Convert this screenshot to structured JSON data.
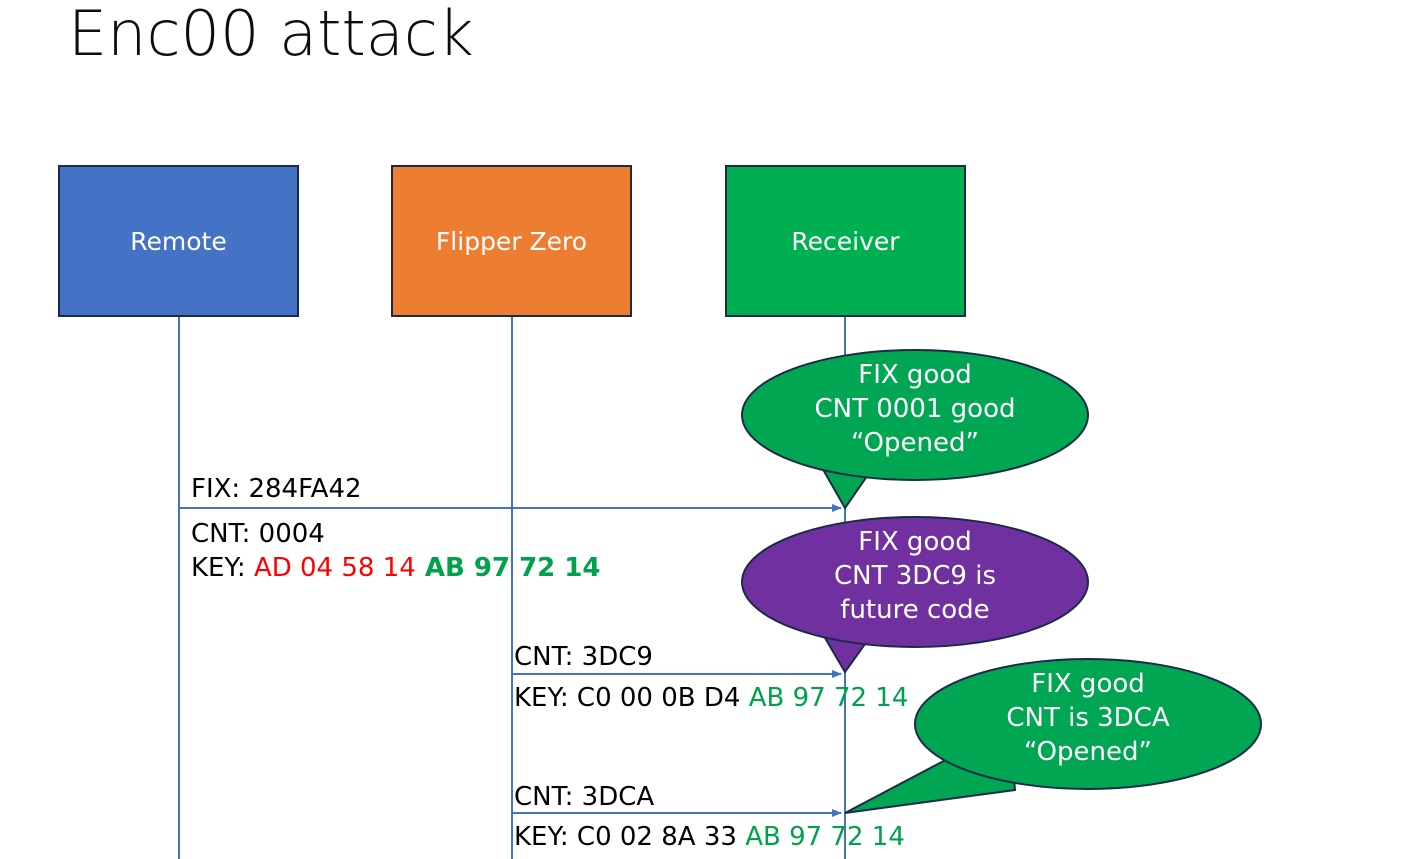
{
  "slide": {
    "title": "Enc00 attack",
    "background": "#FFFFFF"
  },
  "colors": {
    "remote": "#4472C4",
    "flipper": "#ED7D31",
    "receiver": "#00B050",
    "bubble_good": "#00A652",
    "bubble_future": "#7030A0",
    "line": "#4472C4",
    "outline": "#1B2A49",
    "red_text": "#FF0000",
    "green_text": "#00A14B"
  },
  "nodes": [
    {
      "id": "remote",
      "label": "Remote",
      "color": "#4472C4"
    },
    {
      "id": "flipper",
      "label": "Flipper Zero",
      "color": "#ED7D31"
    },
    {
      "id": "receiver",
      "label": "Receiver",
      "color": "#00B050"
    }
  ],
  "messages": [
    {
      "id": "msg-1",
      "from": "remote",
      "to": "receiver",
      "lines": [
        {
          "id": "fix",
          "text": "FIX: 284FA42"
        }
      ]
    },
    {
      "id": "msg-1-detail",
      "lines": [
        {
          "id": "cnt",
          "text": "CNT: 0004"
        },
        {
          "id": "key",
          "prefix": "KEY: ",
          "red": "AD 04 58 14",
          "green_bold": " AB 97 72 14"
        }
      ]
    },
    {
      "id": "msg-2",
      "from": "flipper",
      "to": "receiver",
      "lines": [
        {
          "id": "cnt",
          "text": "CNT: 3DC9"
        },
        {
          "id": "key",
          "prefix": "KEY: C0 00 0B D4 ",
          "green": "AB 97 72 14"
        }
      ]
    },
    {
      "id": "msg-3",
      "from": "flipper",
      "to": "receiver",
      "lines": [
        {
          "id": "cnt",
          "text": "CNT: 3DCA"
        },
        {
          "id": "key",
          "prefix": "KEY: C0 02 8A 33 ",
          "green": "AB 97 72 14"
        }
      ]
    }
  ],
  "bubbles": [
    {
      "id": "bubble-1",
      "color": "#00A652",
      "lines": [
        "FIX good",
        "CNT 0001 good",
        "“Opened”"
      ]
    },
    {
      "id": "bubble-2",
      "color": "#7030A0",
      "lines": [
        "FIX good",
        "CNT 3DC9 is",
        "future code"
      ]
    },
    {
      "id": "bubble-3",
      "color": "#00A652",
      "lines": [
        "FIX good",
        "CNT is 3DCA",
        "“Opened”"
      ]
    }
  ],
  "diagram_meta": {
    "type": "sequence-diagram",
    "participant_count": 3,
    "message_count": 3,
    "annotation_count": 3
  }
}
